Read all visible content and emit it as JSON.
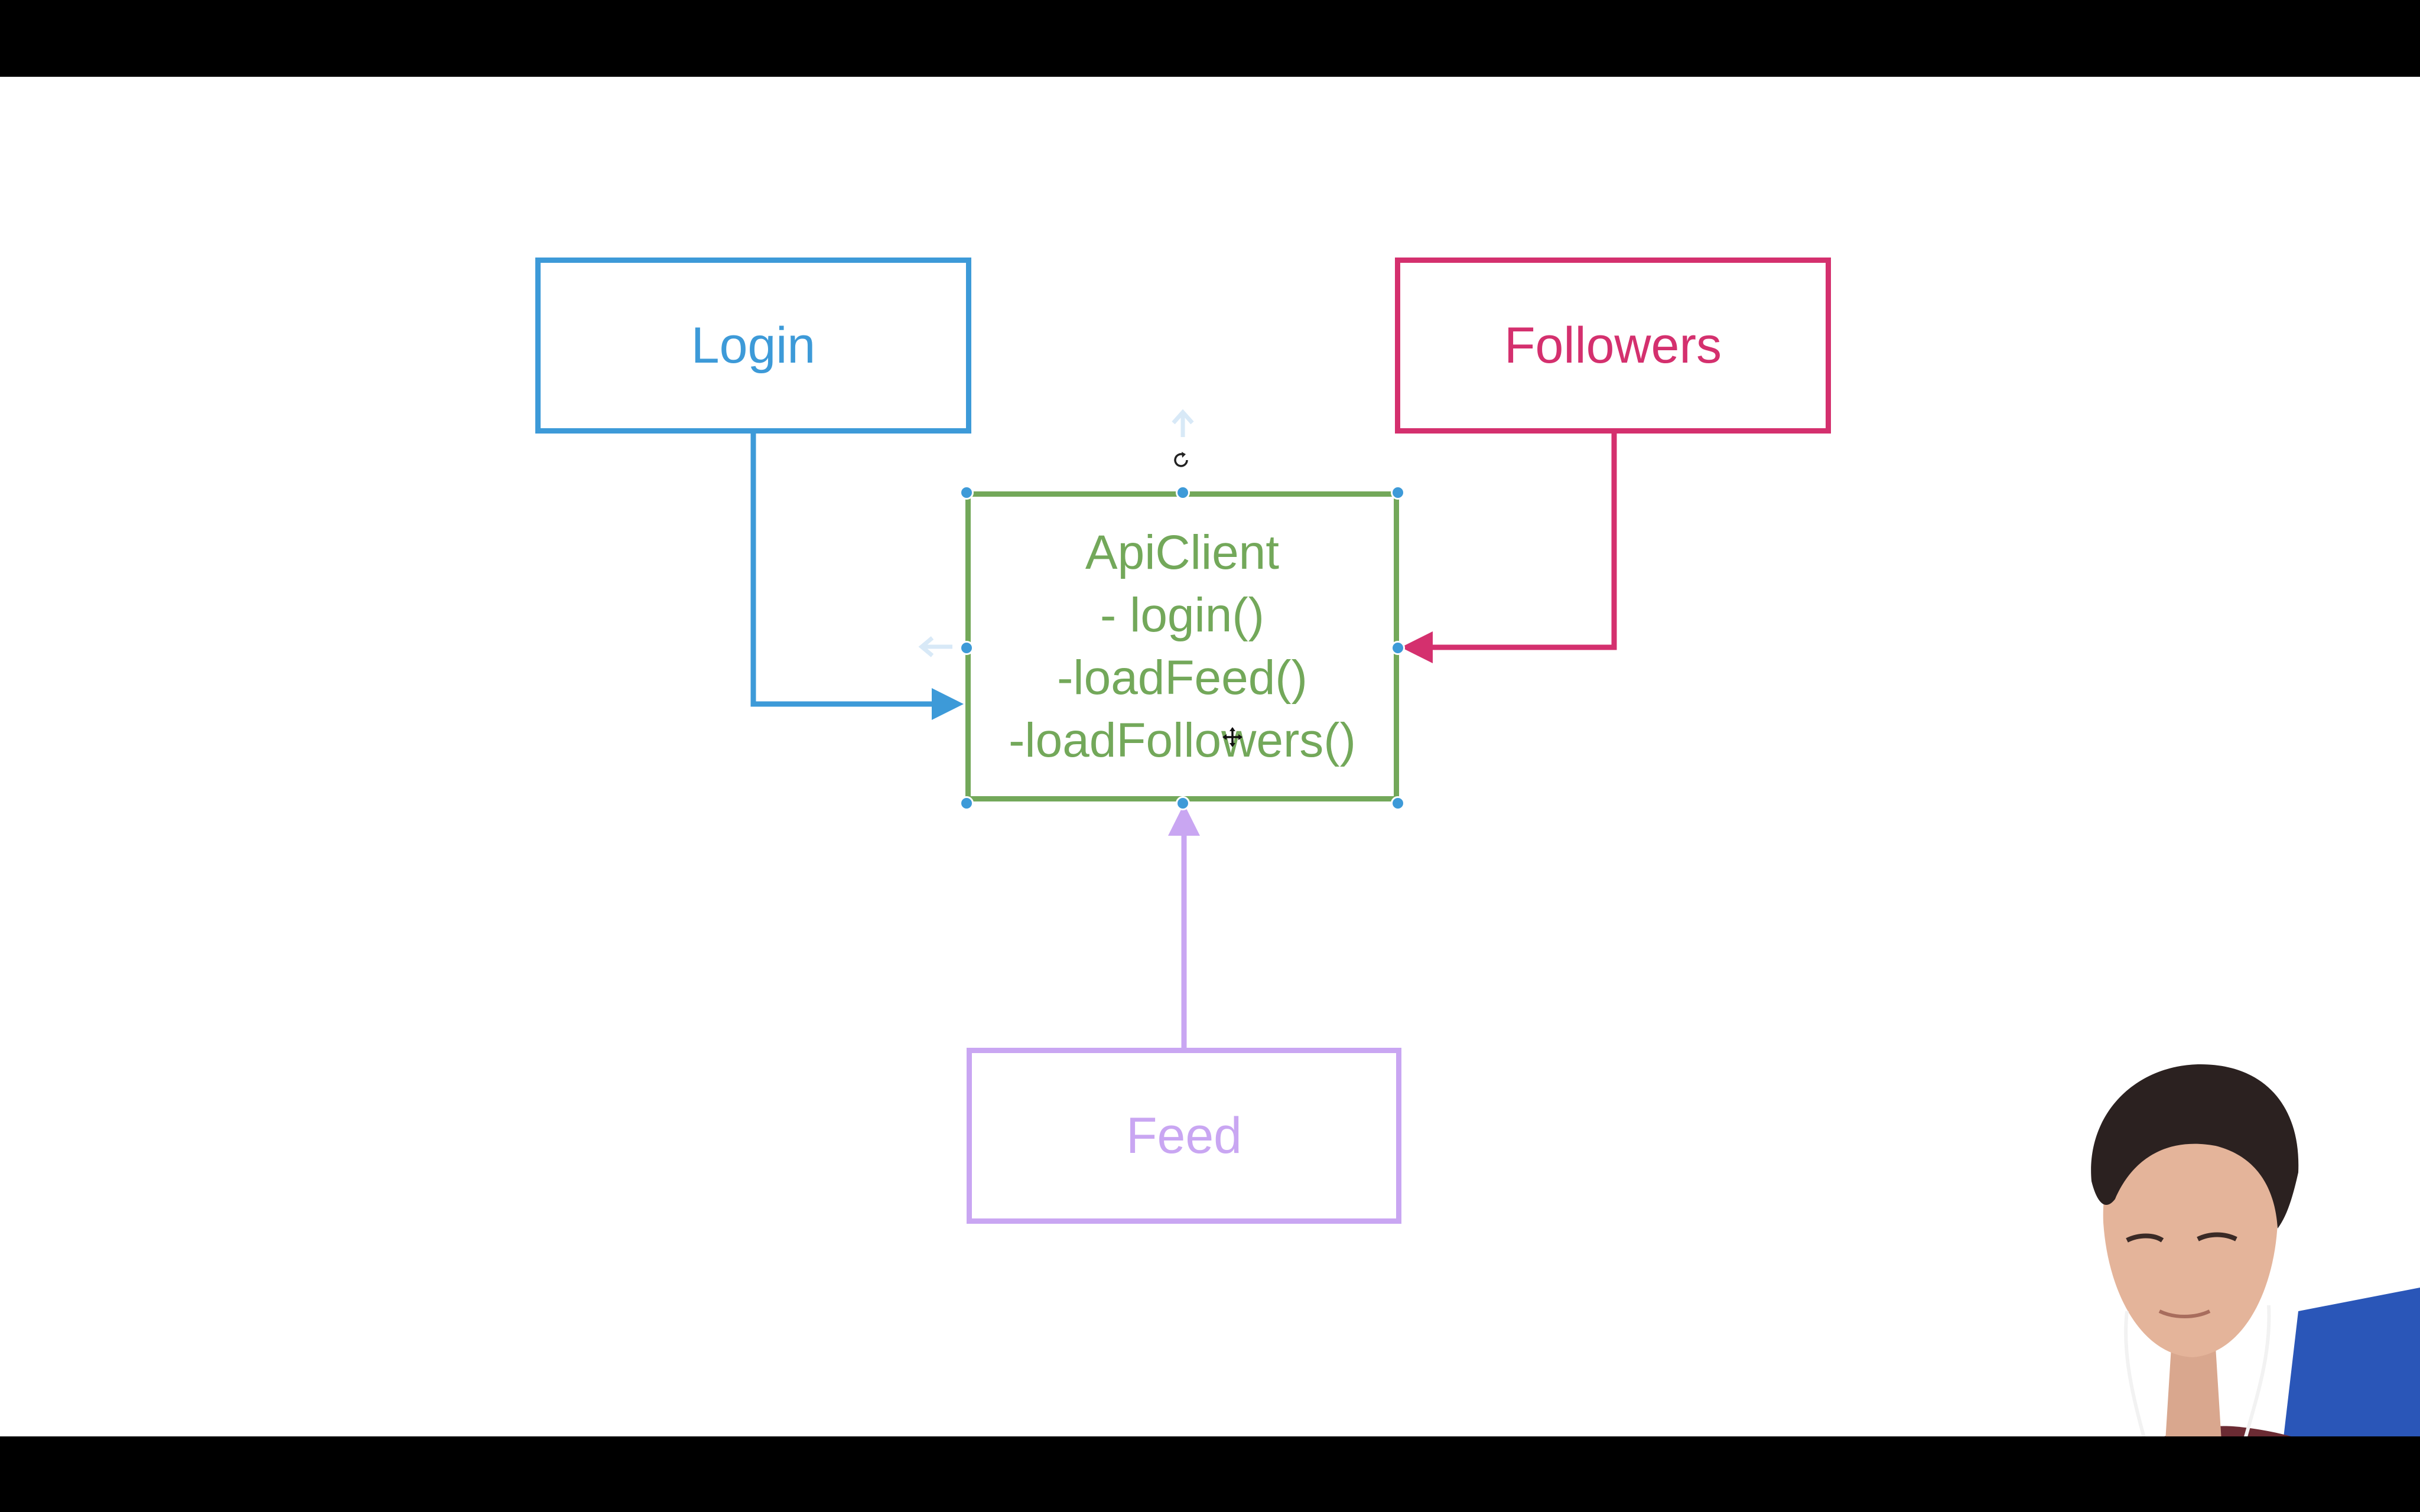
{
  "diagram": {
    "nodes": {
      "login": {
        "label": "Login",
        "color": "#3d9ad8"
      },
      "followers": {
        "label": "Followers",
        "color": "#d4306e"
      },
      "feed": {
        "label": "Feed",
        "color": "#c9a6f2"
      },
      "api_client": {
        "color": "#73a85a",
        "lines": [
          "ApiClient",
          "- login()",
          "-loadFeed()",
          "-loadFollowers()"
        ]
      }
    },
    "edges": [
      {
        "from": "Login",
        "to": "ApiClient"
      },
      {
        "from": "Followers",
        "to": "ApiClient"
      },
      {
        "from": "Feed",
        "to": "ApiClient"
      }
    ],
    "selection_color": "#3d9ad8"
  },
  "icons": [
    "rotate-handle-icon",
    "move-cursor-icon"
  ]
}
